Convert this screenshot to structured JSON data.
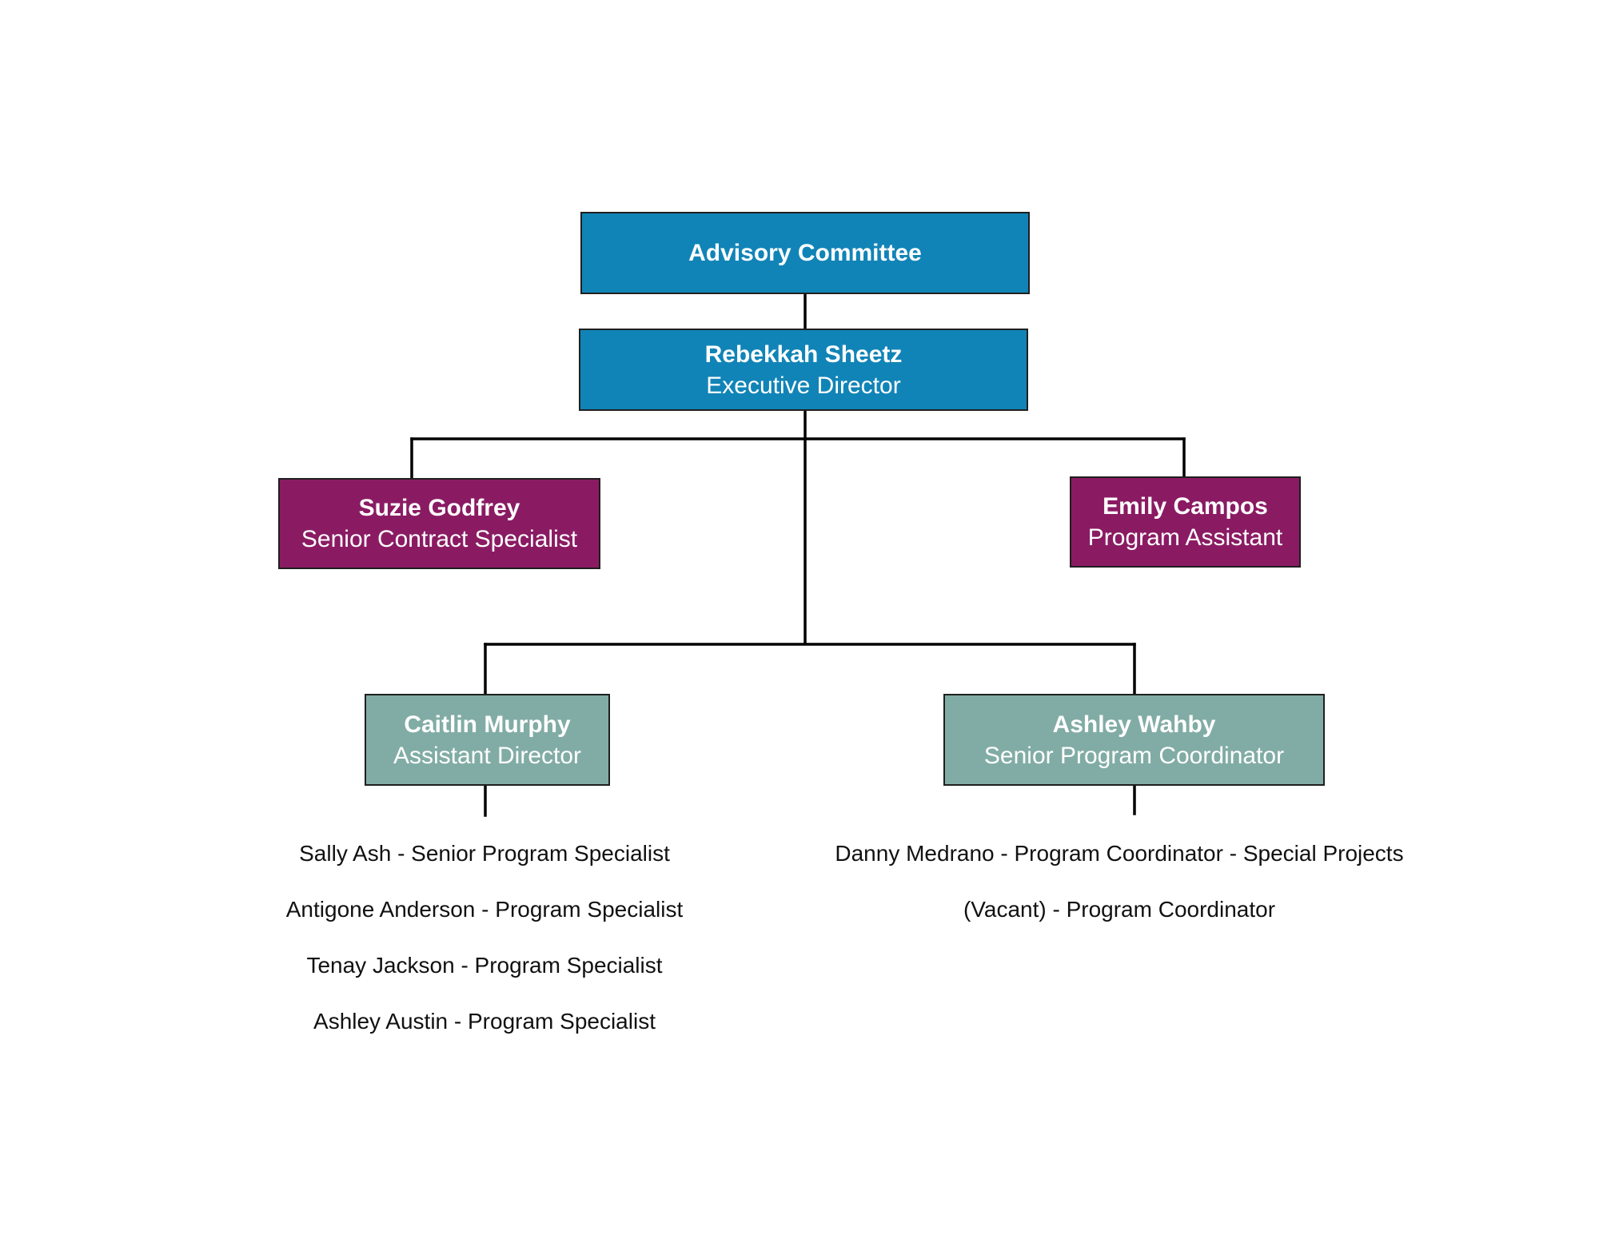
{
  "colors": {
    "top_level": "#1184b7",
    "direct_support": "#8a1b63",
    "managers": "#81aca5",
    "connector": "#000000"
  },
  "advisory": {
    "name": "Advisory Committee"
  },
  "director": {
    "name": "Rebekkah Sheetz",
    "title": "Executive Director"
  },
  "support_left": {
    "name": "Suzie Godfrey",
    "title": "Senior Contract Specialist"
  },
  "support_right": {
    "name": "Emily Campos",
    "title": "Program Assistant"
  },
  "manager_left": {
    "name": "Caitlin Murphy",
    "title": "Assistant Director",
    "reports": [
      "Sally Ash - Senior Program Specialist",
      "Antigone Anderson - Program Specialist",
      "Tenay Jackson - Program Specialist",
      "Ashley Austin - Program Specialist"
    ]
  },
  "manager_right": {
    "name": "Ashley Wahby",
    "title": "Senior Program Coordinator",
    "reports": [
      "Danny Medrano - Program Coordinator - Special Projects",
      "(Vacant) - Program Coordinator"
    ]
  }
}
